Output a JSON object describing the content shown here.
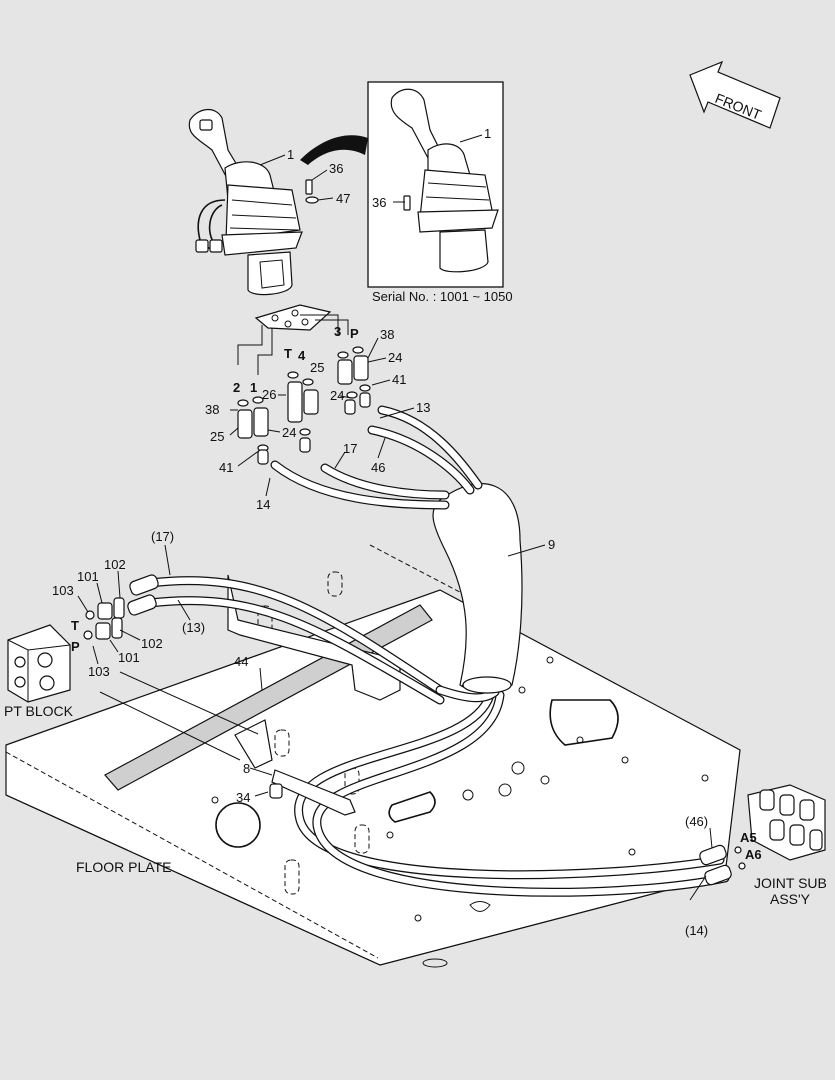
{
  "front_arrow_label": "FRONT",
  "inset_caption": "Serial No. : 1001 ~ 1050",
  "labels": {
    "floor_plate": "FLOOR PLATE",
    "pt_block": "PT BLOCK",
    "joint_sub_1": "JOINT SUB",
    "joint_sub_2": "ASS'Y"
  },
  "callouts": {
    "c1": "1",
    "c1_inset": "1",
    "c36": "36",
    "c36_inset": "36",
    "c47": "47",
    "c3": "3",
    "cP_top": "P",
    "c38_r": "38",
    "cT_top": "T",
    "c4": "4",
    "c25_r": "25",
    "c24_r": "24",
    "c41_r": "41",
    "c24_r2": "24",
    "c13": "13",
    "c2": "2",
    "c1_port": "1",
    "c26": "26",
    "c38_l": "38",
    "c25_l": "25",
    "c24_l": "24",
    "c41_l": "41",
    "c17": "17",
    "c46": "46",
    "c14": "14",
    "c9": "9",
    "c17p": "(17)",
    "c102_t": "102",
    "c101_t": "101",
    "c103_t": "103",
    "cT": "T",
    "c13p": "(13)",
    "cP": "P",
    "c102_b": "102",
    "c101_b": "101",
    "c103_b": "103",
    "c44": "44",
    "c8": "8",
    "c34": "34",
    "c46p": "(46)",
    "cA5": "A5",
    "cA6": "A6",
    "c14p": "(14)"
  },
  "colors": {
    "background": "#e5e5e5",
    "ink": "#111111",
    "bar": "#cfcfcf"
  }
}
